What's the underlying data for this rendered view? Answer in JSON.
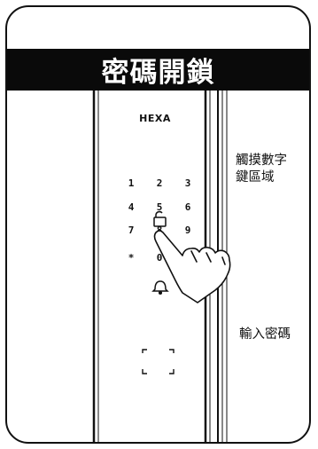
{
  "banner": {
    "title": "密碼開鎖"
  },
  "lock": {
    "brand": "HEXA",
    "keys": [
      "1",
      "2",
      "3",
      "4",
      "5",
      "6",
      "7",
      "8",
      "9",
      "*",
      "0"
    ],
    "bell_icon": "bell-icon",
    "card_reader_icon": "card-reader-frame-icon",
    "hand_icon": "pointing-hand-icon"
  },
  "labels": {
    "touch_area_line1": "觸摸數字",
    "touch_area_line2": "鍵區域",
    "enter_password": "輸入密碼"
  }
}
